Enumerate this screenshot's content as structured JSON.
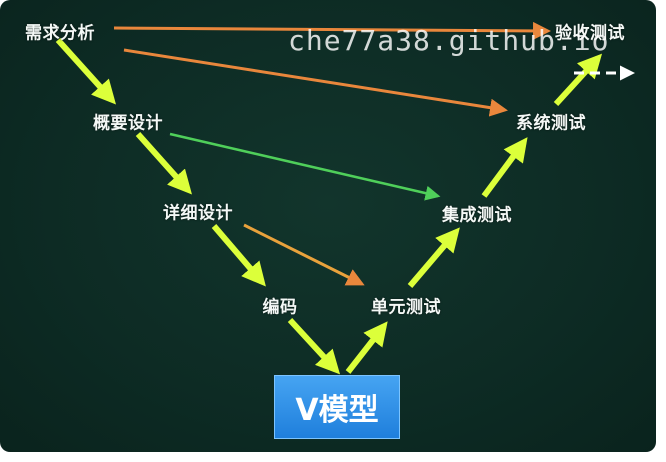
{
  "nodes": {
    "requirements": "需求分析",
    "outline_design": "概要设计",
    "detailed_design": "详细设计",
    "coding": "编码",
    "unit_test": "单元测试",
    "integration_test": "集成测试",
    "system_test": "系统测试",
    "acceptance_test": "验收测试"
  },
  "model_label": "V模型",
  "watermark": "che77a38.github.io",
  "colors": {
    "background": "#0d2b24",
    "flow_arrow": "#dcff3a",
    "orange_arrow": "#e9873c",
    "green_arrow": "#4fcf5a",
    "model_box": "#2b8de6",
    "dashed_arrow": "#ffffff"
  }
}
